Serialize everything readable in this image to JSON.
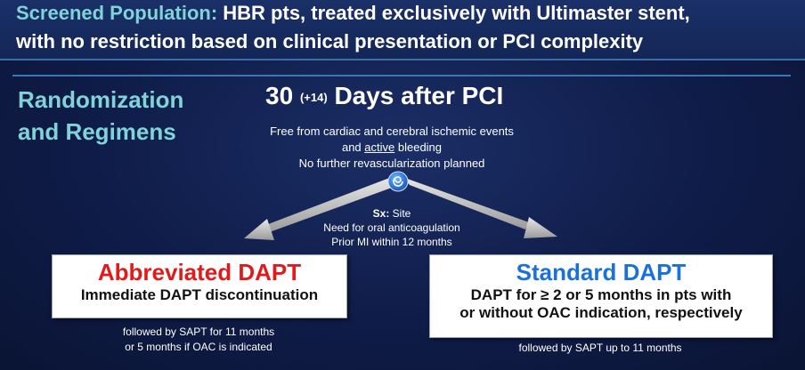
{
  "screened": {
    "label": "Screened Population:",
    "line1": "HBR pts, treated exclusively with Ultimaster stent,",
    "line2": "with no restriction based on clinical presentation or PCI complexity"
  },
  "randomization": {
    "title_line1": "Randomization",
    "title_line2": "and Regimens"
  },
  "timepoint": {
    "days": "30",
    "extra": "(+14)",
    "rest": "Days after PCI"
  },
  "criteria": {
    "line1": "Free from cardiac and cerebral ischemic events",
    "line2_pre": "and ",
    "line2_active": "active",
    "line2_post": " bleeding",
    "line3": "No further revascularization planned"
  },
  "stratification": {
    "label": "Sx:",
    "item1": "Site",
    "item2": "Need for oral anticoagulation",
    "item3": "Prior MI within 12 months"
  },
  "abbreviated": {
    "title": "Abbreviated DAPT",
    "desc": "Immediate DAPT discontinuation",
    "follow1": "followed by SAPT for 11 months",
    "follow2": "or 5 months if OAC is indicated"
  },
  "standard": {
    "title": "Standard DAPT",
    "desc1": "DAPT for ≥ 2 or 5 months in pts with",
    "desc2": "or without OAC indication, respectively",
    "follow": "followed by SAPT up to 11 months"
  },
  "colors": {
    "accent": "#7fd3d9",
    "red": "#e11b1b",
    "blue": "#1a72d8",
    "background": "#0f1c48"
  }
}
